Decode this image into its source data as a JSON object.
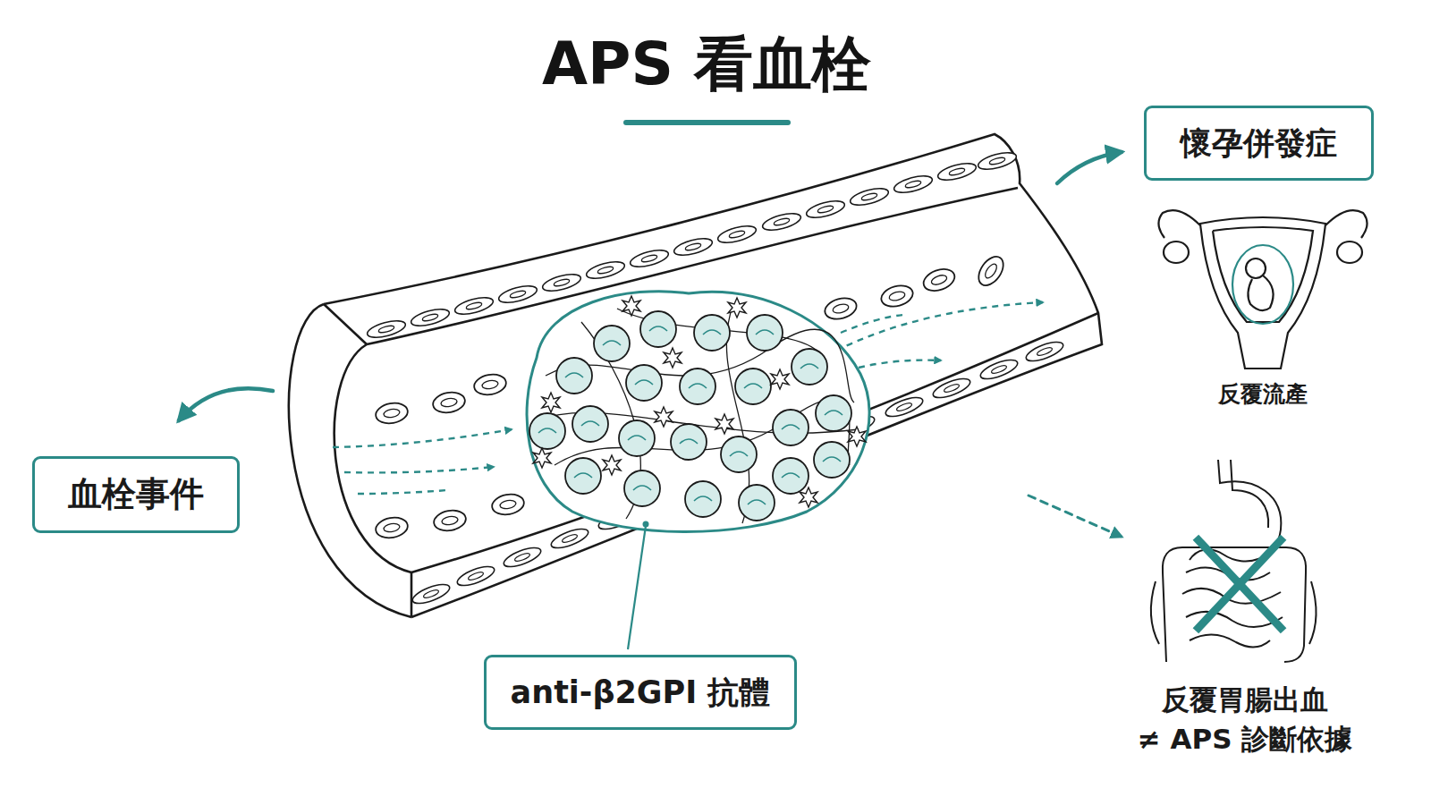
{
  "diagram": {
    "title": "APS 看血栓",
    "nodes": [
      {
        "text": [
          "血栓事件"
        ]
      },
      {
        "text": [
          "懷孕併發症"
        ]
      },
      {
        "text": [
          "anti-β2GPI 抗體"
        ]
      }
    ],
    "labels": [
      "反覆流產",
      "反覆胃腸出血",
      "≠ APS 診斷依據"
    ]
  }
}
